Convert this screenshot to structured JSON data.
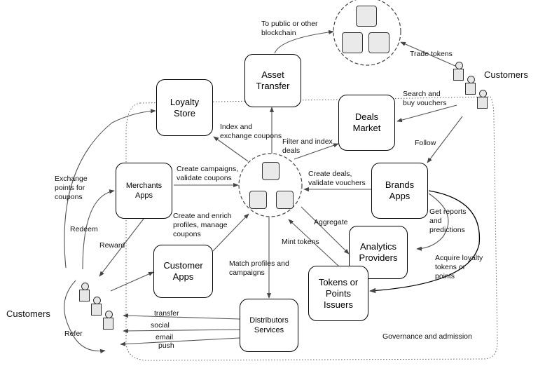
{
  "nodes": {
    "loyalty_store": "Loyalty\nStore",
    "asset_transfer": "Asset\nTransfer",
    "deals_market": "Deals\nMarket",
    "merchants_apps": "Merchants\nApps",
    "brands_apps": "Brands\nApps",
    "customer_apps": "Customer\nApps",
    "analytics_providers": "Analytics\nProviders",
    "tokens_issuers": "Tokens or\nPoints\nIssuers",
    "distributors_services": "Distributors\nServices"
  },
  "edge_labels": {
    "to_public": "To public or other\nblockchain",
    "trade_tokens": "Trade tokens",
    "search_buy": "Search and\nbuy vouchers",
    "follow": "Follow",
    "index_exchange": "Index and\nexchange coupons",
    "filter_index": "Filter and index\ndeals",
    "exchange_points": "Exchange\npoints for\ncoupons",
    "create_campaigns": "Create campaigns,\nvalidate coupons",
    "create_deals": "Create deals,\nvalidate vouchers",
    "redeem": "Redeem",
    "reward": "Reward",
    "create_enrich": "Create and enrich\nprofiles, manage\ncoupons",
    "aggregate": "Aggregate",
    "get_reports": "Get reports\nand\npredictions",
    "mint_tokens": "Mint tokens",
    "match_profiles": "Match profiles and\ncampaigns",
    "acquire": "Acquire loyalty\ntokens or\npoints",
    "refer": "Refer",
    "transfer": "transfer",
    "social": "social",
    "email": "email",
    "push": "push",
    "governance": "Governance and admission"
  },
  "customers_top": "Customers",
  "customers_left": "Customers"
}
